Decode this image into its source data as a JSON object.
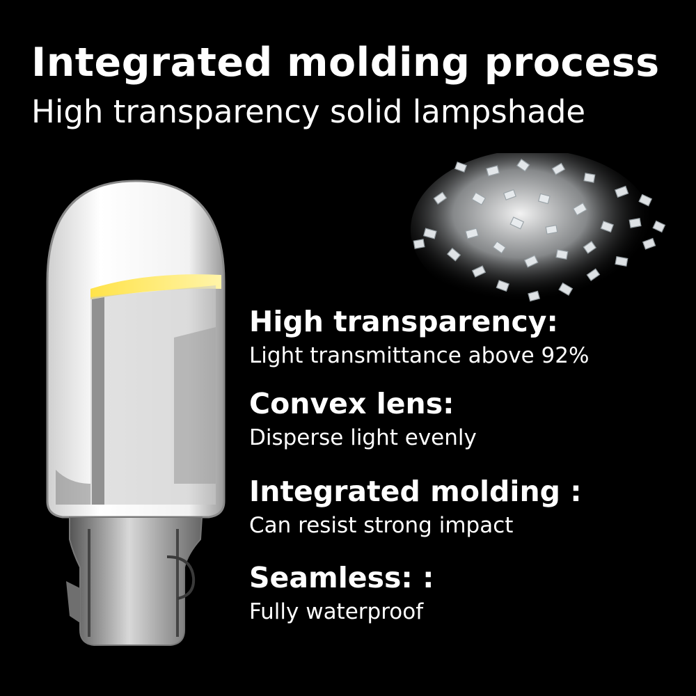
{
  "headline": "Integrated molding process",
  "subheadline": "High transparency solid lampshade",
  "features": [
    {
      "title": "High transparency:",
      "description": "Light transmittance above 92%"
    },
    {
      "title": "Convex lens:",
      "description": "Disperse light evenly"
    },
    {
      "title": "Integrated molding :",
      "description": "Can resist strong impact"
    },
    {
      "title": "Seamless: :",
      "description": "Fully waterproof"
    }
  ]
}
